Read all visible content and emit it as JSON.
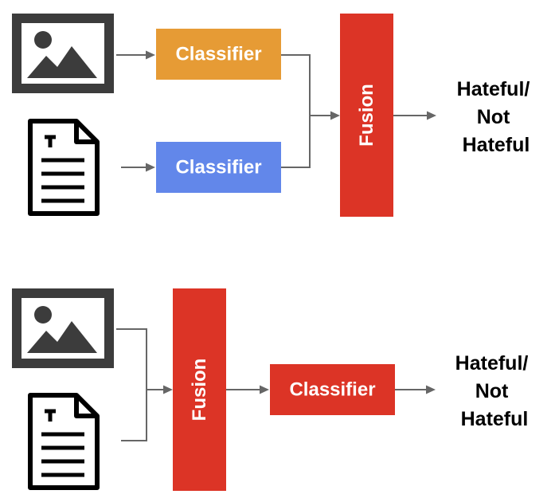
{
  "late_fusion": {
    "image_icon": "image-icon",
    "text_icon": "text-document-icon",
    "image_classifier_label": "Classifier",
    "text_classifier_label": "Classifier",
    "fusion_label": "Fusion",
    "output_lines": [
      "Hateful/",
      "Not",
      "Hateful"
    ]
  },
  "early_fusion": {
    "image_icon": "image-icon",
    "text_icon": "text-document-icon",
    "fusion_label": "Fusion",
    "classifier_label": "Classifier",
    "output_lines": [
      "Hateful/",
      "Not",
      "Hateful"
    ]
  },
  "colors": {
    "image_classifier": "#E69B35",
    "text_classifier": "#6287EA",
    "fusion": "#DC3426",
    "classifier_red": "#DC3426",
    "arrow": "#666666",
    "icon": "#3C3C3C"
  }
}
